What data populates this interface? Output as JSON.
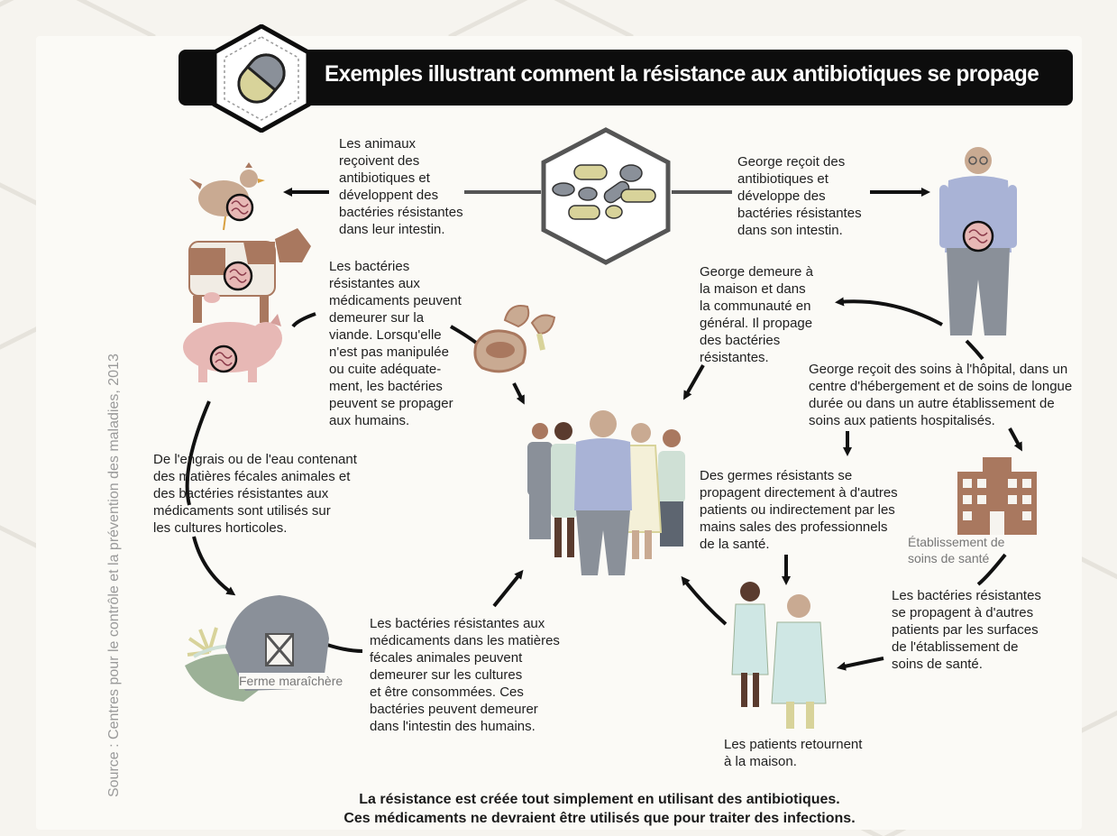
{
  "title": "Exemples illustrant comment la résistance aux antibiotiques se propage",
  "source": "Source : Centres pour le contrôle et la prévention des maladies, 2013",
  "texts": {
    "animals_receive": "Les animaux\nreçoivent des\nantibiotiques et\ndéveloppent des\nbactéries résistantes\ndans leur intestin.",
    "george_receives": "George reçoit des\nantibiotiques et\ndéveloppe des\nbactéries résistantes\ndans son intestin.",
    "meat": "Les bactéries\nrésistantes aux\nmédicaments peuvent\ndemeurer sur la\nviande. Lorsqu'elle\nn'est pas manipulée\nou cuite adéquate-\nment, les bactéries\npeuvent se propager\naux humains.",
    "george_home": "George demeure à\nla maison et dans\nla communauté en\ngénéral. Il propage\ndes bactéries\nrésistantes.",
    "george_hospital": "George reçoit des soins à l'hôpital, dans un\ncentre d'hébergement et de soins de longue\ndurée ou dans un autre établissement de\nsoins aux patients hospitalisés.",
    "fertilizer": "De l'engrais ou de l'eau contenant\ndes matières fécales animales et\ndes bactéries résistantes aux\nmédicaments sont utilisés sur\nles cultures horticoles.",
    "germs": "Des germes résistants se\npropagent directement à d'autres\npatients ou indirectement par les\nmains sales des professionnels\nde la santé.",
    "surfaces": "Les bactéries résistantes\nse propagent à d'autres\npatients par les surfaces\nde l'établissement de\nsoins de santé.",
    "crops": "Les bactéries résistantes aux\nmédicaments dans les matières\nfécales animales peuvent\ndemeurer sur les cultures\net être consommées. Ces\nbactéries peuvent demeurer\ndans l'intestin des humains.",
    "patients_return": "Les patients retournent\nà la maison."
  },
  "labels": {
    "facility": "Établissement de\nsoins de santé",
    "farm": "Ferme maraîchère"
  },
  "footer": "La résistance est créée tout simplement en utilisant des antibiotiques.\nCes médicaments ne devraient être utilisés que pour traiter des infections.",
  "colors": {
    "title_bar": "#0d0d0d",
    "pill_yellow": "#d8d39a",
    "shirt_blue": "#a9b3d6",
    "pants_gray": "#8a9099",
    "cow_brown": "#a9785f",
    "pig_pink": "#e7b8b5",
    "building_brown": "#a9785f",
    "gown_green": "#cfe7e4",
    "field_green": "#9cb197"
  }
}
